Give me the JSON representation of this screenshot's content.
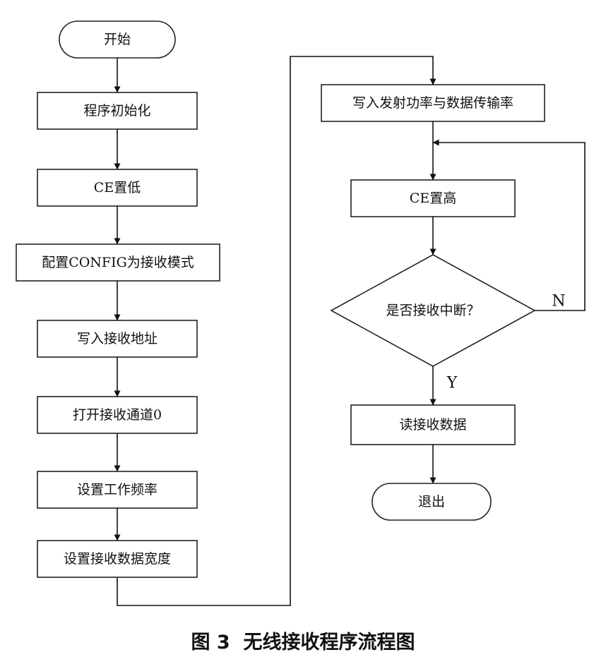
{
  "nodes": {
    "start": "开始",
    "init": "程序初始化",
    "ce_low": "CE置低",
    "config": "配置CONFIG为接收模式",
    "write_addr": "写入接收地址",
    "open_channel": "打开接收通道0",
    "set_freq": "设置工作频率",
    "set_width": "设置接收数据宽度",
    "write_power": "写入发射功率与数据传输率",
    "ce_high": "CE置高",
    "decision": "是否接收中断？",
    "read_data": "读接收数据",
    "exit": "退出"
  },
  "branches": {
    "no": "N",
    "yes": "Y"
  },
  "caption": "图 3  无线接收程序流程图"
}
